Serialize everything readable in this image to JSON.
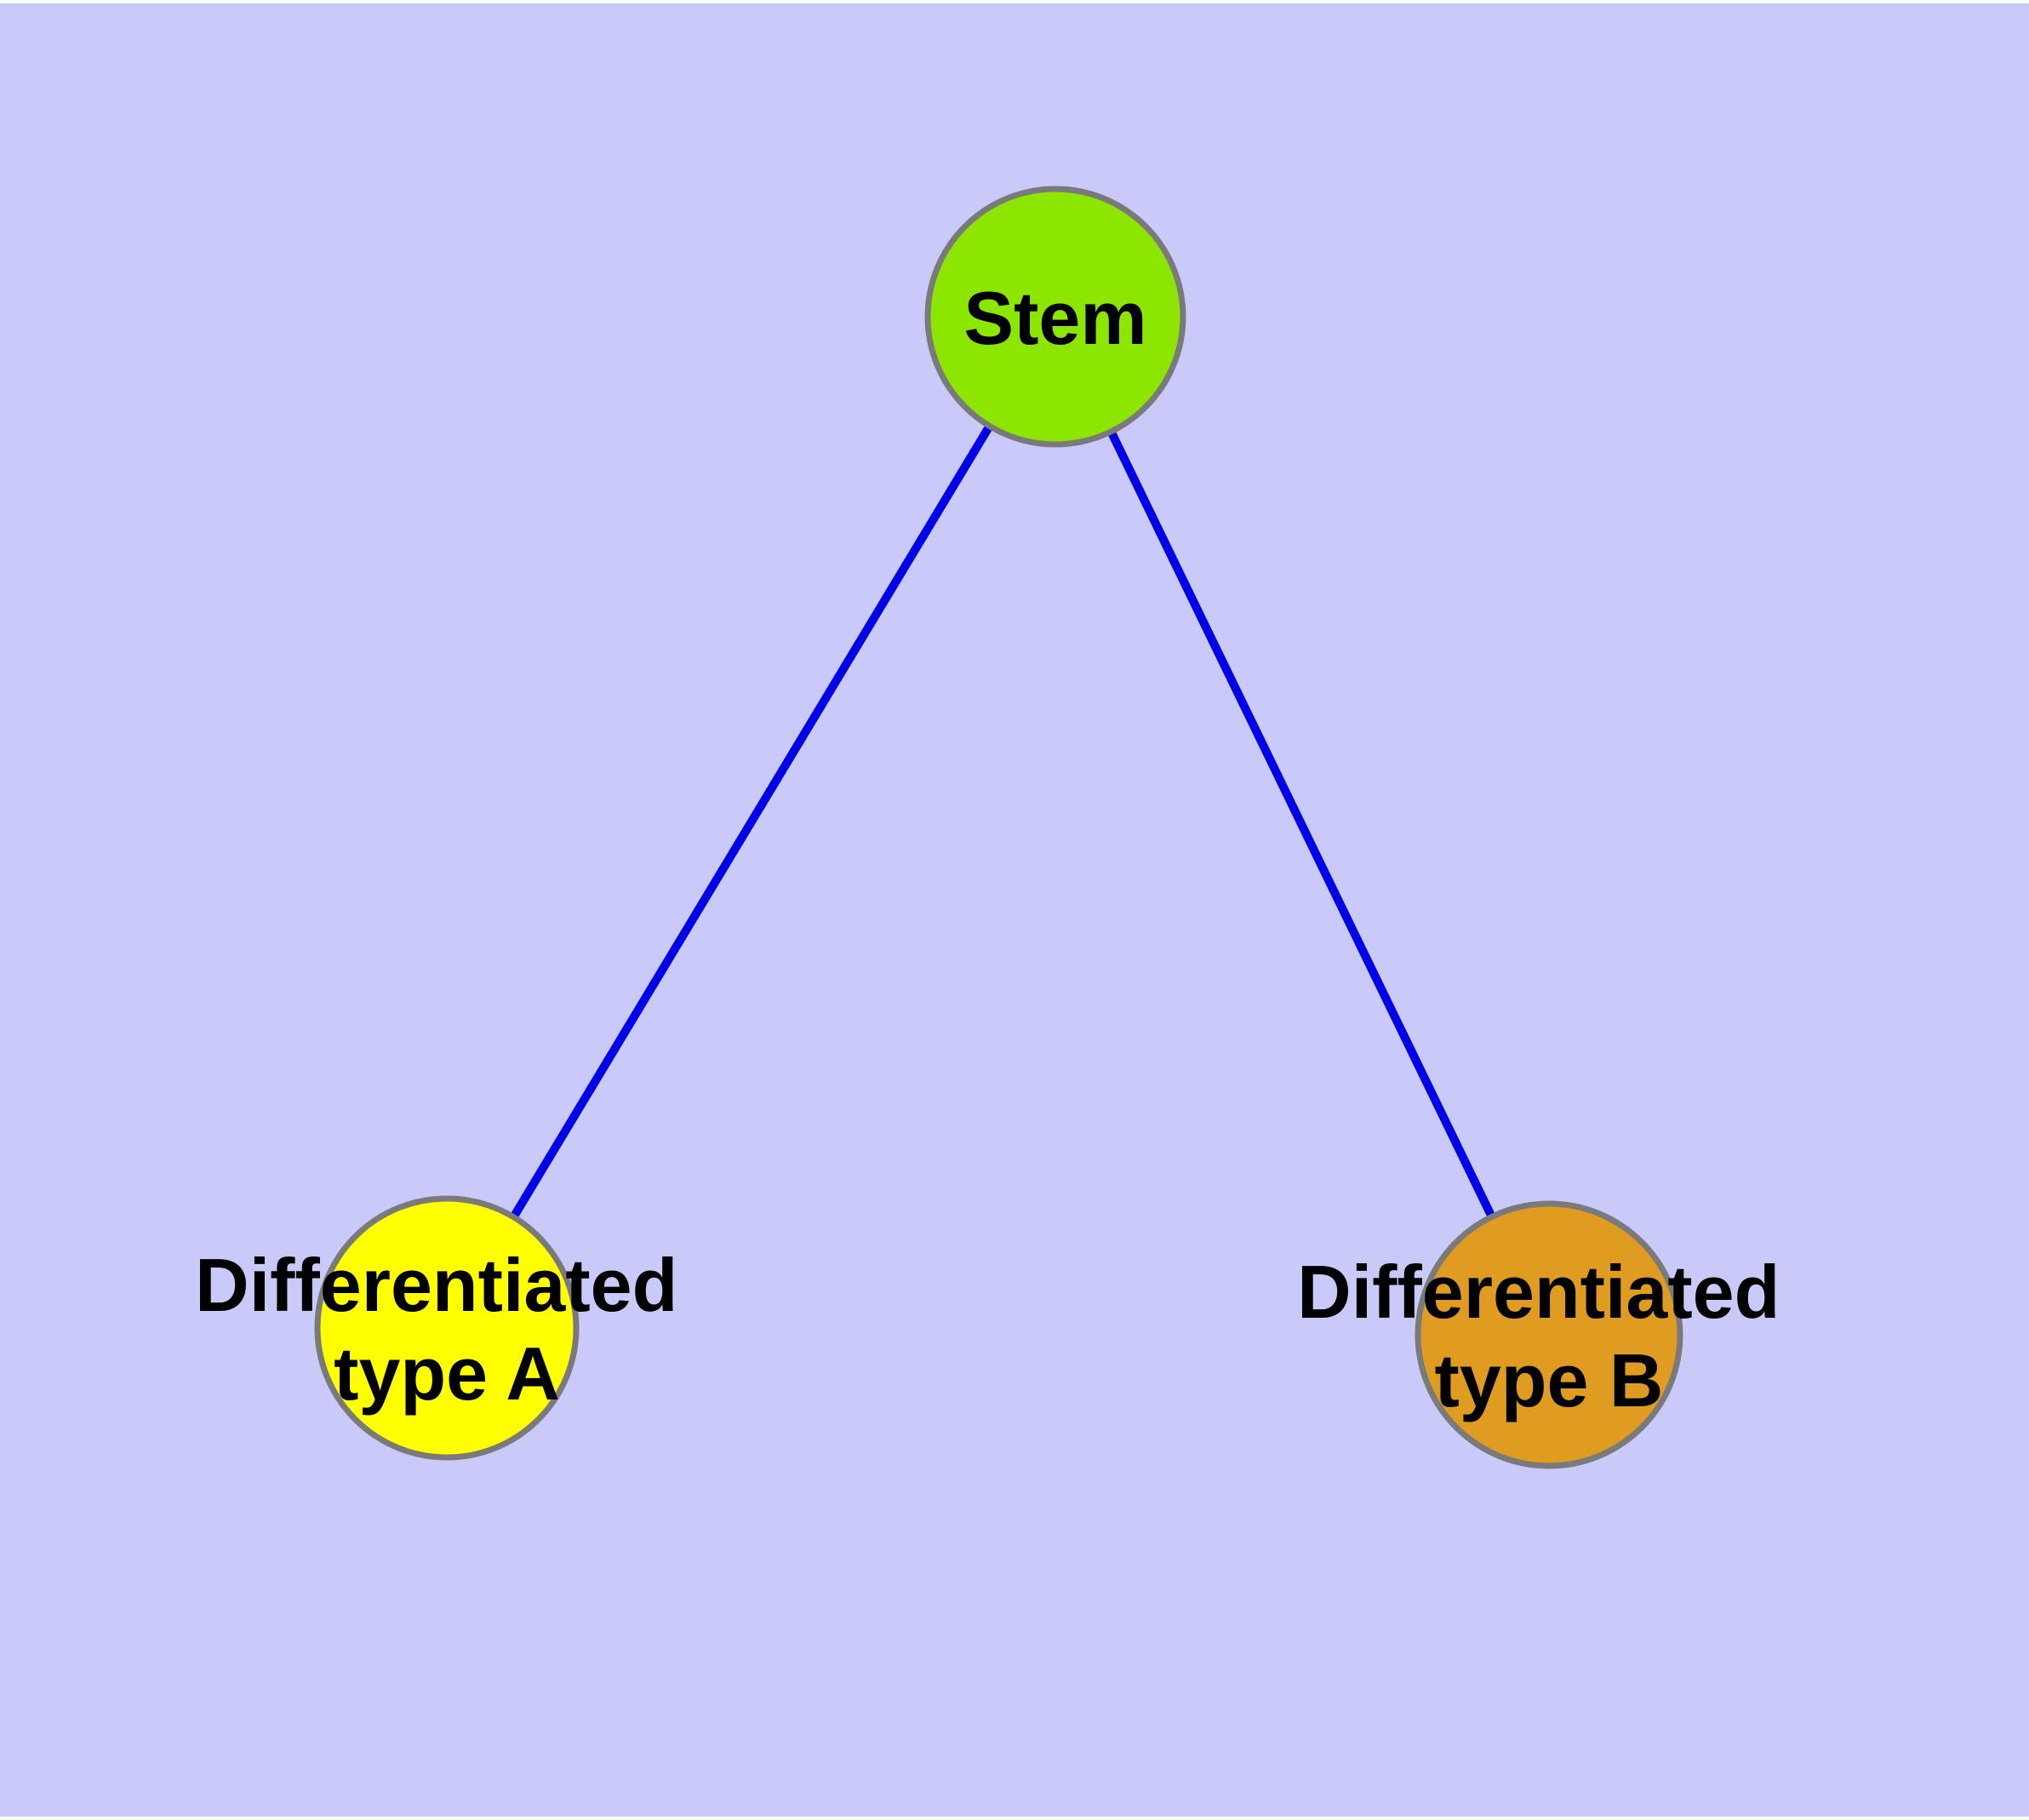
{
  "background": {
    "fill": "#cacafa",
    "frame": "#ffffff"
  },
  "edges": {
    "color": "#0000e8",
    "items": [
      {
        "from": "stem",
        "to": "type_a"
      },
      {
        "from": "stem",
        "to": "type_b"
      }
    ]
  },
  "nodes": {
    "border_color": "#7a7a7a",
    "label_color": "#000000",
    "stem": {
      "label": "Stem",
      "fill": "#8ce600"
    },
    "type_a": {
      "label_line1": "Differentiated",
      "label_line2": "type A",
      "fill": "#ffff00"
    },
    "type_b": {
      "label_line1": "Differentiated",
      "label_line2": "type B",
      "fill": "#e09c20"
    }
  }
}
